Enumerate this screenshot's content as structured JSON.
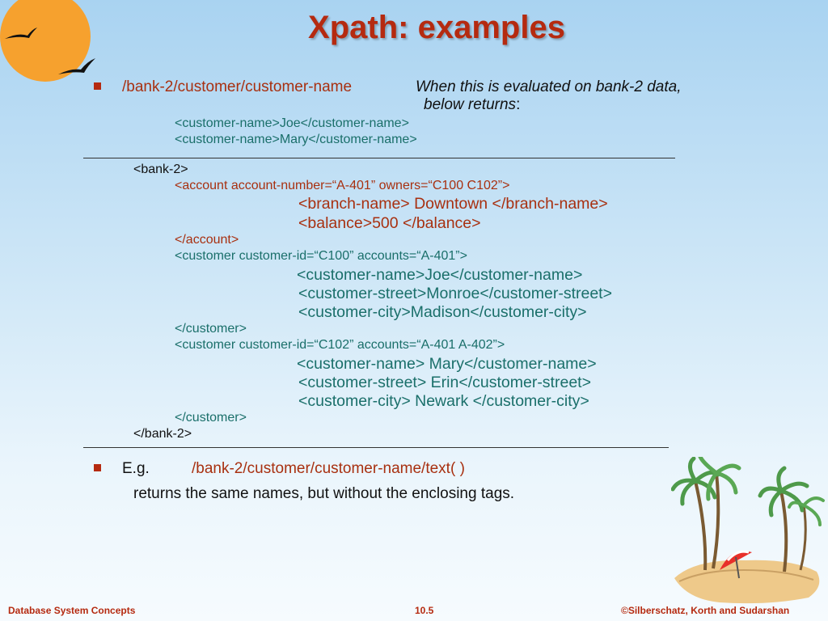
{
  "slide": {
    "title": "Xpath: examples",
    "bullet1": {
      "path": "/bank-2/customer/customer-name",
      "desc_line1": "When this is evaluated on bank-2 data,",
      "desc_line2": "below  returns",
      "colon": ":",
      "result1": "<customer-name>Joe</customer-name>",
      "result2": "<customer-name>Mary</customer-name>"
    },
    "xml": {
      "bank_open": "<bank-2>",
      "account_open": "<account account-number=“A-401” owners=“C100 C102”>",
      "branch": "<branch-name> Downtown </branch-name>",
      "balance": "<balance>500 </balance>",
      "account_close": "</account>",
      "cust1_open": "<customer customer-id=“C100” accounts=“A-401”>",
      "cust1_name": "<customer-name>Joe</customer-name>",
      "cust1_street": "<customer-street>Monroe</customer-street>",
      "cust1_city": "<customer-city>Madison</customer-city>",
      "cust1_close": "</customer>",
      "cust2_open": "<customer customer-id=“C102” accounts=“A-401 A-402”>",
      "cust2_name": "<customer-name> Mary</customer-name>",
      "cust2_street": "<customer-street> Erin</customer-street>",
      "cust2_city": "<customer-city> Newark </customer-city>",
      "cust2_close": "</customer>",
      "bank_close": "</bank-2>"
    },
    "bullet2": {
      "label": "E.g.",
      "path": "/bank-2/customer/customer-name/text( )",
      "note": "returns the same names, but without the enclosing tags."
    }
  },
  "footer": {
    "left": "Database System Concepts",
    "center": "10.5",
    "right": "©Silberschatz, Korth and Sudarshan"
  },
  "colors": {
    "accent": "#b52a10",
    "code_teal": "#1a6f6a",
    "code_red": "#a83010"
  }
}
